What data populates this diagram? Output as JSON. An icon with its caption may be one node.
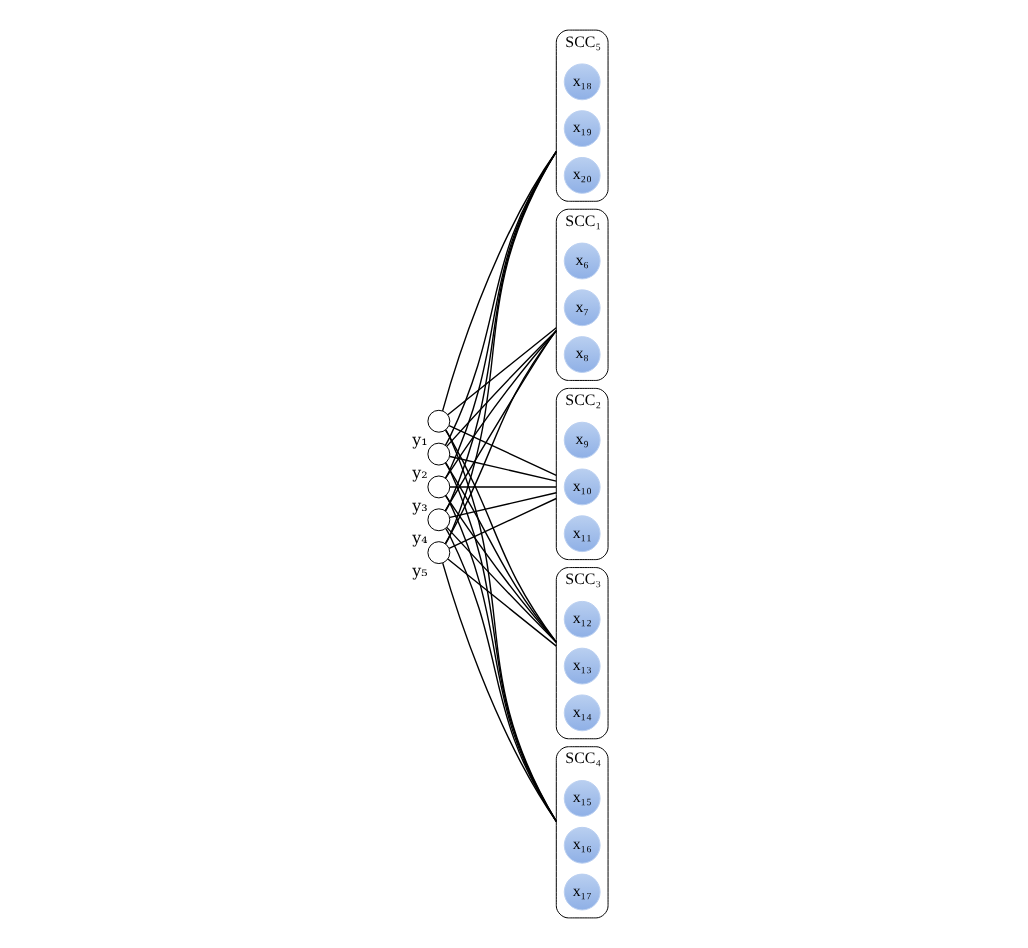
{
  "diagram": {
    "nodes": [
      {
        "text": [],
        "shape": "circle",
        "beside": [
          "y₁"
        ]
      },
      {
        "text": [
          "SCC₁"
        ]
      },
      {
        "text": [
          "x₆"
        ],
        "in": 1
      },
      {
        "text": [
          "x₇"
        ],
        "in": 1
      },
      {
        "text": [
          "x₈"
        ],
        "in": 1
      },
      {
        "text": [],
        "shape": "circle",
        "beside": [
          "y₂"
        ]
      },
      {
        "text": [
          "SCC₂"
        ]
      },
      {
        "text": [
          "x₉"
        ],
        "in": 6
      },
      {
        "text": [
          "x₁₀"
        ],
        "in": 6
      },
      {
        "text": [
          "x₁₁"
        ],
        "in": 6
      },
      {
        "text": [],
        "shape": "circle",
        "beside": [
          "y₃"
        ]
      },
      {
        "text": [
          "SCC₃"
        ]
      },
      {
        "text": [
          "x₁₂"
        ],
        "in": 11
      },
      {
        "text": [
          "x₁₃"
        ],
        "in": 11
      },
      {
        "text": [
          "x₁₄"
        ],
        "in": 11
      },
      {
        "text": [],
        "shape": "circle",
        "beside": [
          "y₄"
        ]
      },
      {
        "text": [
          "SCC₄"
        ]
      },
      {
        "text": [
          "x₁₅"
        ],
        "in": 16
      },
      {
        "text": [
          "x₁₆"
        ],
        "in": 16
      },
      {
        "text": [
          "x₁₇"
        ],
        "in": 16
      },
      {
        "text": [],
        "shape": "circle",
        "beside": [
          "y₅"
        ]
      },
      {
        "text": [
          "SCC₅"
        ]
      },
      {
        "text": [
          "x₁₈"
        ],
        "in": 21
      },
      {
        "text": [
          "x₁₉"
        ],
        "in": 21
      },
      {
        "text": [
          "x₂₀"
        ],
        "in": 21
      }
    ],
    "edges": [
      {
        "from": 0,
        "to": 1,
        "arrow": "none"
      },
      {
        "from": 0,
        "to": 6,
        "arrow": "none"
      },
      {
        "from": 0,
        "to": 11,
        "arrow": "none"
      },
      {
        "from": 0,
        "to": 16,
        "arrow": "none"
      },
      {
        "from": 0,
        "to": 21,
        "arrow": "none"
      },
      {
        "from": 5,
        "to": 1,
        "arrow": "none"
      },
      {
        "from": 5,
        "to": 6,
        "arrow": "none"
      },
      {
        "from": 5,
        "to": 11,
        "arrow": "none"
      },
      {
        "from": 5,
        "to": 16,
        "arrow": "none"
      },
      {
        "from": 5,
        "to": 21,
        "arrow": "none"
      },
      {
        "from": 10,
        "to": 1,
        "arrow": "none"
      },
      {
        "from": 10,
        "to": 6,
        "arrow": "none"
      },
      {
        "from": 10,
        "to": 11,
        "arrow": "none"
      },
      {
        "from": 10,
        "to": 16,
        "arrow": "none"
      },
      {
        "from": 10,
        "to": 21,
        "arrow": "none"
      },
      {
        "from": 15,
        "to": 1,
        "arrow": "none"
      },
      {
        "from": 15,
        "to": 6,
        "arrow": "none"
      },
      {
        "from": 15,
        "to": 11,
        "arrow": "none"
      },
      {
        "from": 15,
        "to": 16,
        "arrow": "none"
      },
      {
        "from": 15,
        "to": 21,
        "arrow": "none"
      },
      {
        "from": 20,
        "to": 1,
        "arrow": "none"
      },
      {
        "from": 20,
        "to": 6,
        "arrow": "none"
      },
      {
        "from": 20,
        "to": 11,
        "arrow": "none"
      },
      {
        "from": 20,
        "to": 16,
        "arrow": "none"
      },
      {
        "from": 20,
        "to": 21,
        "arrow": "none"
      }
    ]
  }
}
